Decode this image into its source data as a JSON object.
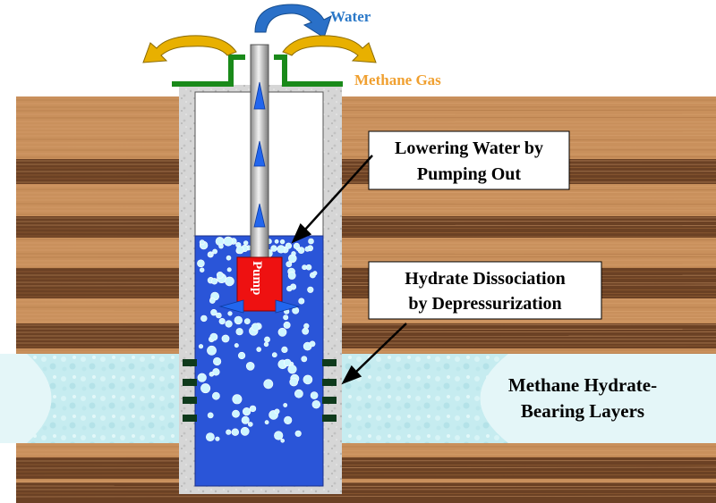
{
  "labels": {
    "water": "Water",
    "methane_gas": "Methane Gas",
    "pump": "Pump",
    "lowering_line1": "Lowering Water by",
    "lowering_line2": "Pumping Out",
    "dissociation_line1": "Hydrate Dissociation",
    "dissociation_line2": "by Depressurization",
    "layers_line1": "Methane Hydrate-",
    "layers_line2": "Bearing Layers"
  },
  "colors": {
    "water_label": "#2a78c8",
    "methane_label": "#f0a030",
    "water_fill": "#2a55d8",
    "pump": "#ee1111",
    "cap": "#1a8a1a",
    "hydrate_layer": "#c8eef2",
    "gas_arrow": "#e8b000",
    "water_arrow": "#2a70c8",
    "flow_arrow": "#2266ee"
  }
}
